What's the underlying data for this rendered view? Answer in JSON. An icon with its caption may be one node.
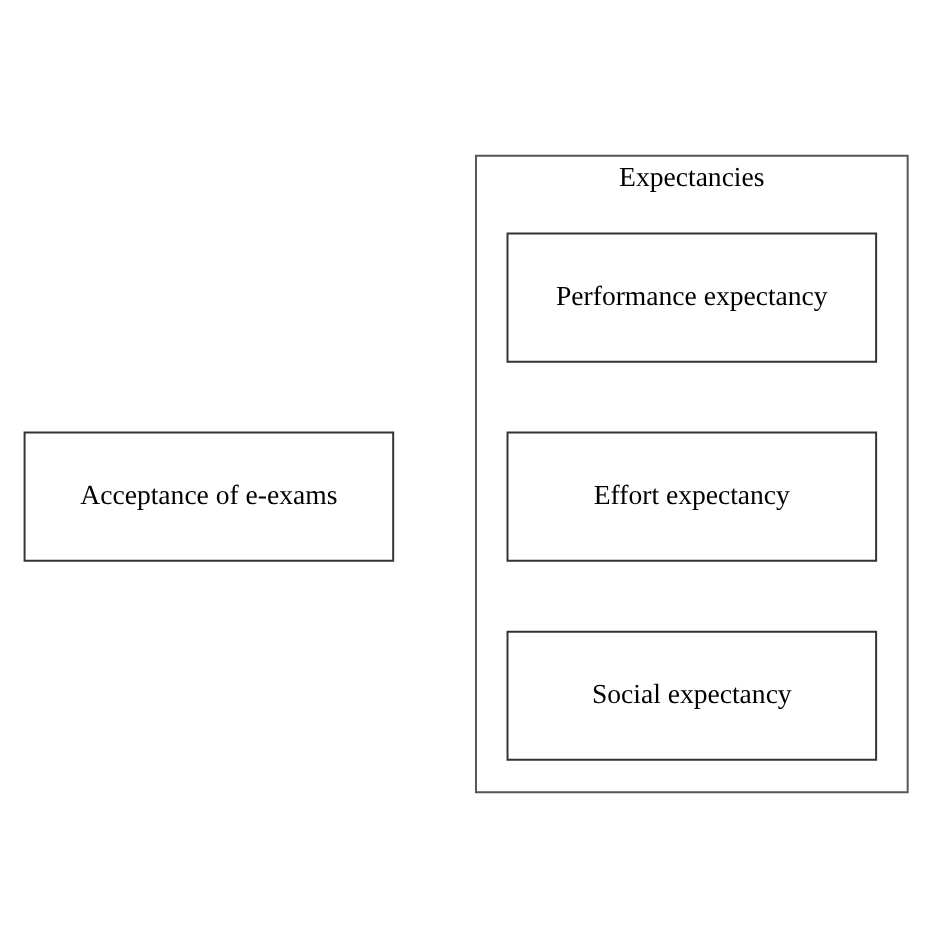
{
  "diagram": {
    "nodes": [
      {
        "text": [
          "Acceptance of e-exams"
        ]
      },
      {
        "text": [
          "Expectancies"
        ]
      },
      {
        "text": [
          "Performance expectancy"
        ],
        "in": 1
      },
      {
        "text": [
          "Effort expectancy"
        ],
        "in": 1
      },
      {
        "text": [
          "Social expectancy"
        ],
        "in": 1
      }
    ]
  }
}
